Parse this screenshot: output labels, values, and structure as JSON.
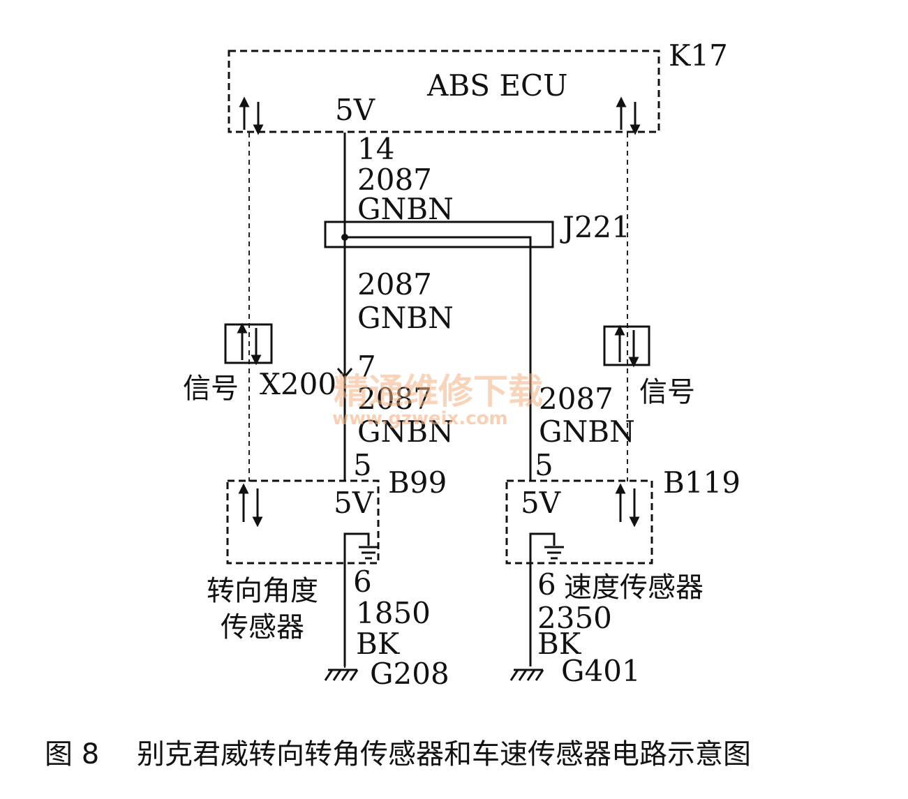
{
  "ecu": {
    "id": "K17",
    "title": "ABS ECU",
    "pin_voltage": "5V"
  },
  "wire_top": {
    "pin": "14",
    "circuit": "2087",
    "color": "GNBN"
  },
  "splice": {
    "id": "J221"
  },
  "wire_mid": {
    "circuit": "2087",
    "color": "GNBN"
  },
  "connector": {
    "id": "X200",
    "pin": "7"
  },
  "wire_left_low": {
    "circuit": "2087",
    "color": "GNBN",
    "pin": "5"
  },
  "wire_right_low": {
    "circuit": "2087",
    "color": "GNBN",
    "pin": "5"
  },
  "signal_left": {
    "label": "信号"
  },
  "signal_right": {
    "label": "信号"
  },
  "sensor_left": {
    "id": "B99",
    "voltage": "5V",
    "name_line1": "转向角度",
    "name_line2": "传感器",
    "ground_pin": "6",
    "ground_circuit": "1850",
    "ground_color": "BK",
    "ground_id": "G208"
  },
  "sensor_right": {
    "id": "B119",
    "voltage": "5V",
    "name": "速度传感器",
    "ground_pin": "6",
    "ground_circuit": "2350",
    "ground_color": "BK",
    "ground_id": "G401"
  },
  "watermark": {
    "text": "精通维修下载",
    "url": "www.gzweix.com"
  },
  "caption": {
    "number": "图 8",
    "text": "别克君威转向转角传感器和车速传感器电路示意图"
  }
}
